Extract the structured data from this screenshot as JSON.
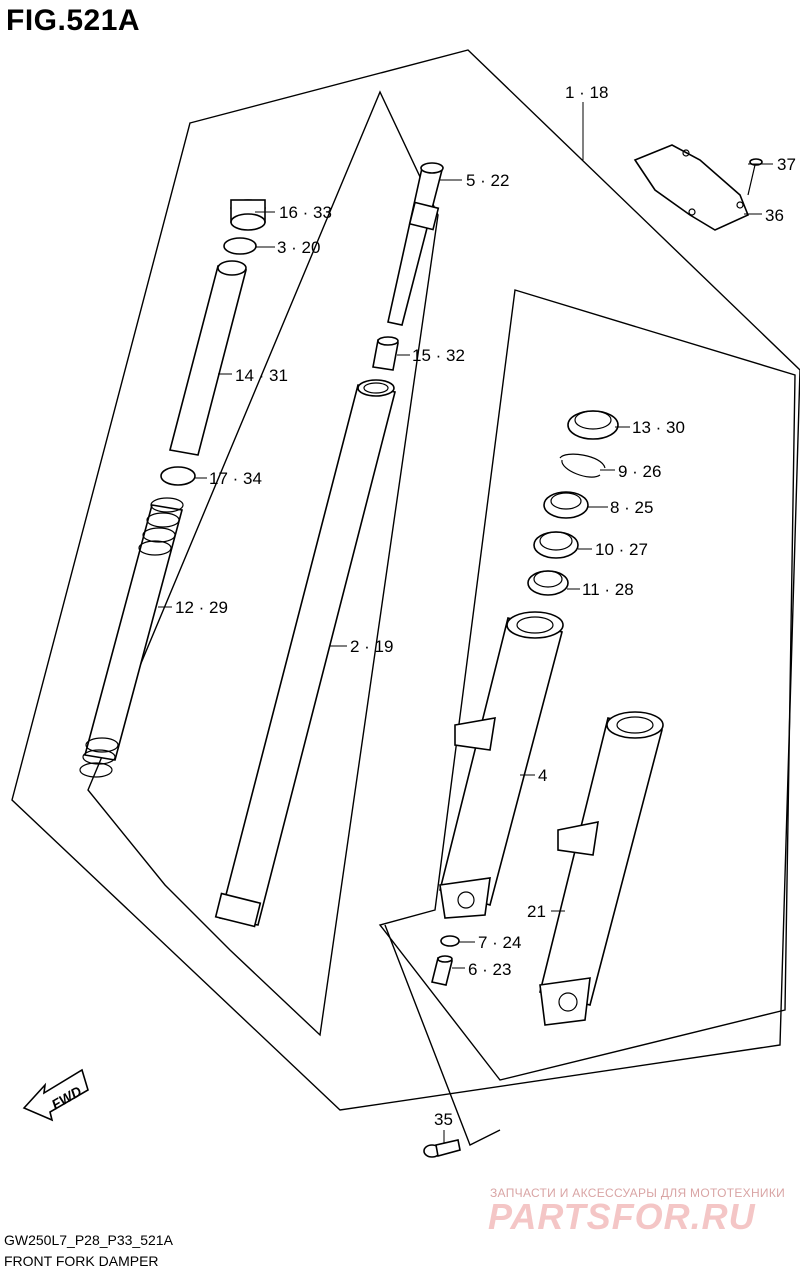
{
  "figure": {
    "title": "FIG.521A"
  },
  "callouts": [
    {
      "id": "c1",
      "text": "1 · 18"
    },
    {
      "id": "c2",
      "text": "2 · 19"
    },
    {
      "id": "c3",
      "text": "3 · 20"
    },
    {
      "id": "c4",
      "text": "4"
    },
    {
      "id": "c5",
      "text": "5 · 22"
    },
    {
      "id": "c6",
      "text": "6 · 23"
    },
    {
      "id": "c7",
      "text": "7 · 24"
    },
    {
      "id": "c8",
      "text": "8 · 25"
    },
    {
      "id": "c9",
      "text": "9 · 26"
    },
    {
      "id": "c10",
      "text": "10 · 27"
    },
    {
      "id": "c11",
      "text": "11 · 28"
    },
    {
      "id": "c12",
      "text": "12 · 29"
    },
    {
      "id": "c13",
      "text": "13 · 30"
    },
    {
      "id": "c14",
      "text": "14 · 31"
    },
    {
      "id": "c15",
      "text": "15 · 32"
    },
    {
      "id": "c16",
      "text": "16 · 33"
    },
    {
      "id": "c17",
      "text": "17 · 34"
    },
    {
      "id": "c21",
      "text": "21"
    },
    {
      "id": "c35",
      "text": "35"
    },
    {
      "id": "c36",
      "text": "36"
    },
    {
      "id": "c37",
      "text": "37"
    }
  ],
  "fwd_label": "FWD",
  "footer": {
    "code": "GW250L7_P28_P33_521A",
    "caption": "FRONT FORK DAMPER"
  },
  "watermark": {
    "tagline": "ЗАПЧАСТИ И АКСЕССУАРЫ ДЛЯ МОТОТЕХНИКИ",
    "brand": "PARTSFOR.RU"
  }
}
